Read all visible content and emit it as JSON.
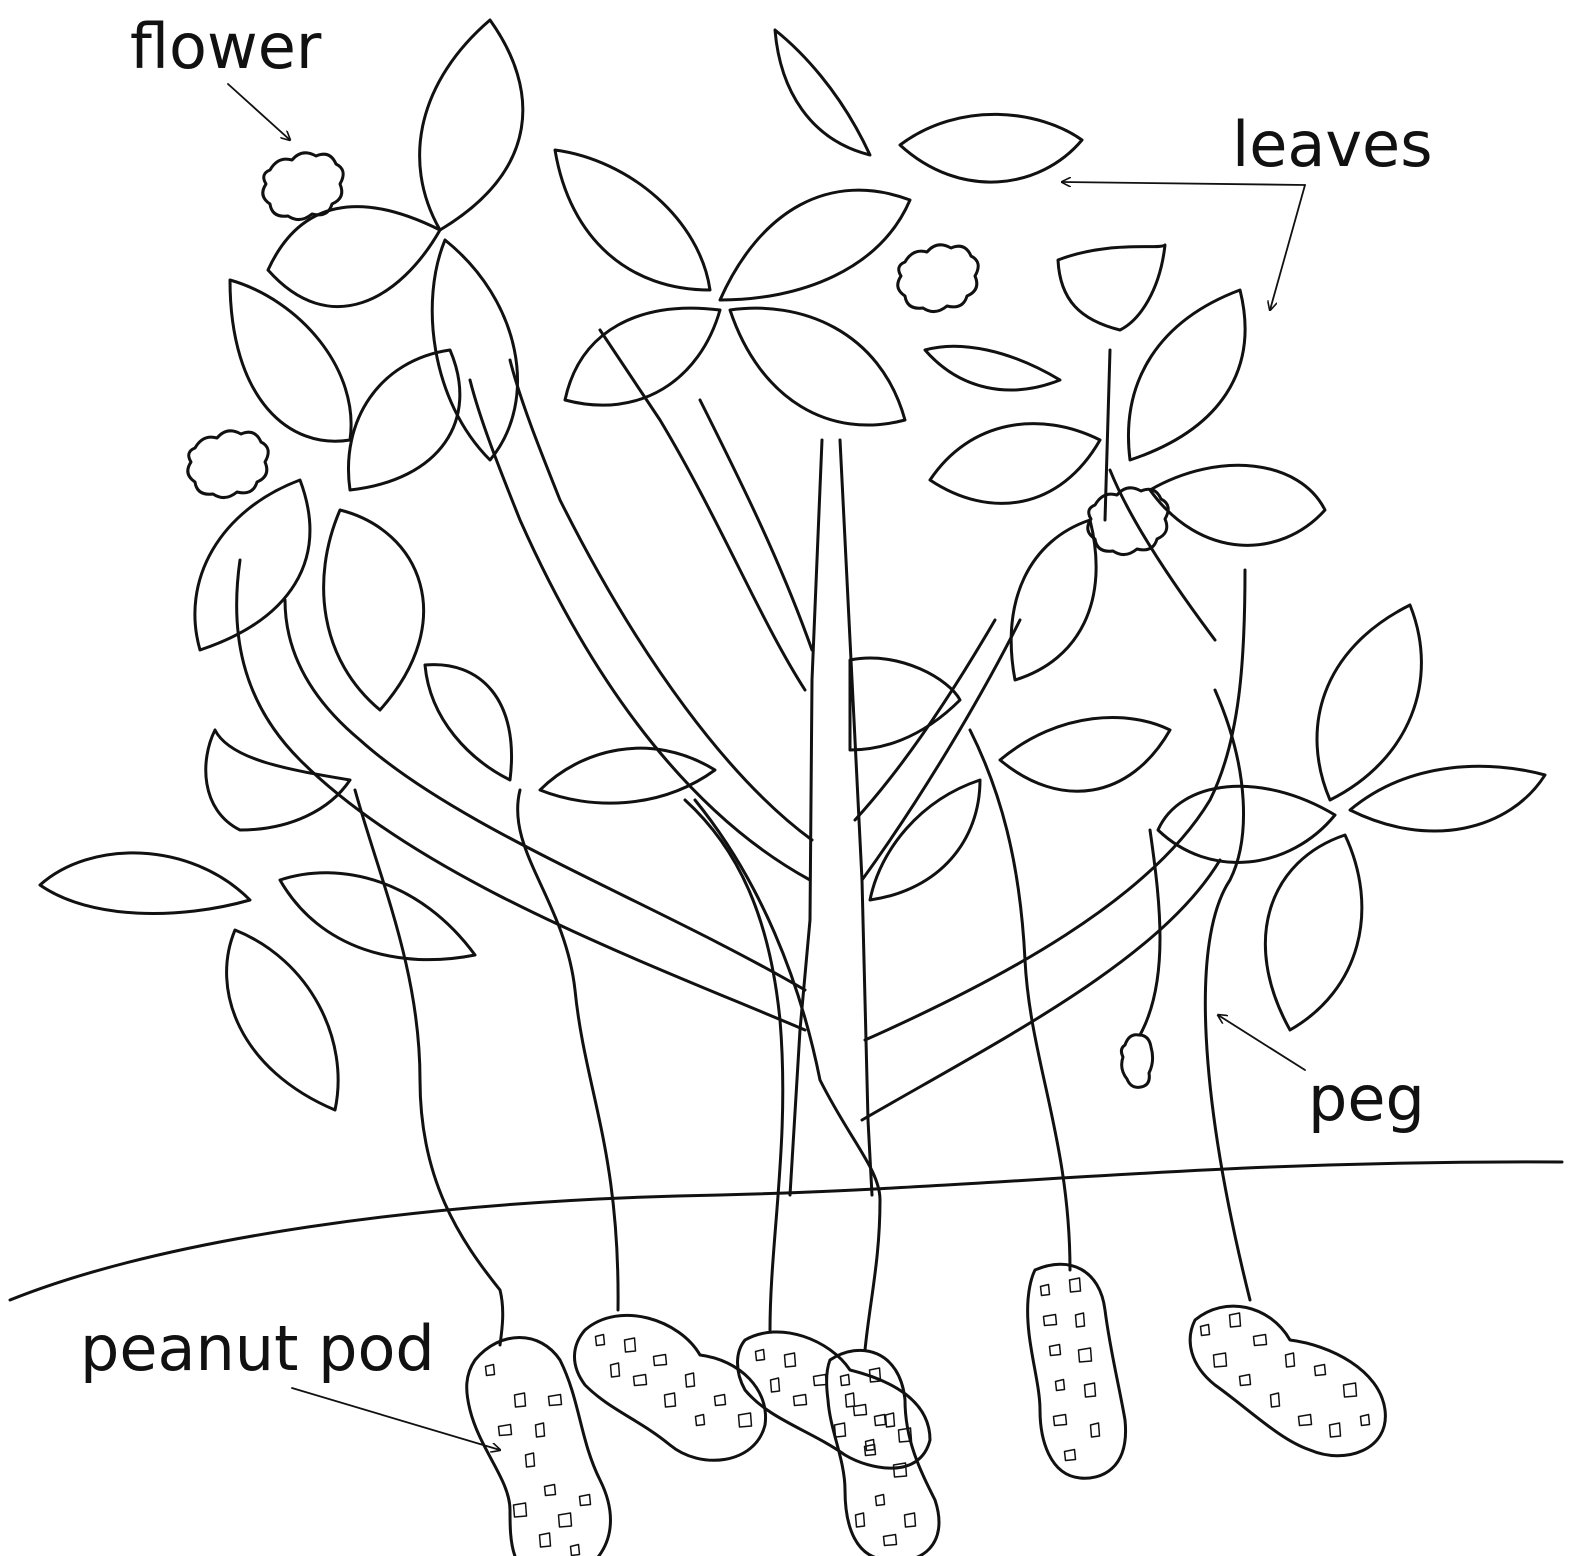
{
  "labels": {
    "flower": "flower",
    "leaves": "leaves",
    "peg": "peg",
    "peanut_pod": "peanut pod"
  },
  "colors": {
    "ink": "#111111",
    "background": "#ffffff"
  }
}
